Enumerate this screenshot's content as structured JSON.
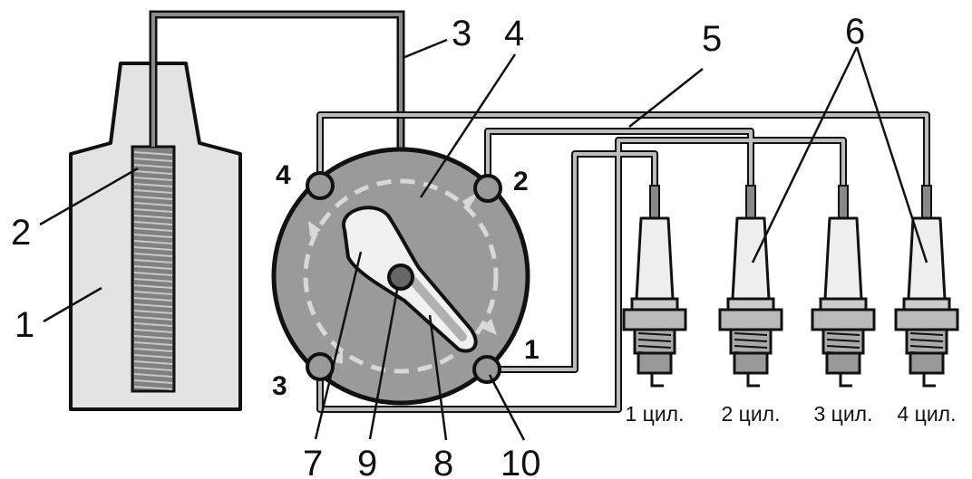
{
  "colors": {
    "background": "#ffffff",
    "outline": "#111111",
    "coil_body": "#e3e3e3",
    "coil_winding": "#808080",
    "distributor_cap": "#9a9a9a",
    "rotor": "#f0f0f0",
    "ht_wire": "#bdbdbd",
    "center_wire": "#444444",
    "spark_plug_insulator": "#eeeeee",
    "spark_plug_metal": "#bbbbbb",
    "rotation_arrow": "#d8d8d8"
  },
  "icons": {
    "ignition_coil": "ignition-coil-icon",
    "distributor": "distributor-icon",
    "spark_plug": "spark-plug-icon",
    "rotation_arrow": "rotation-arrow-icon"
  },
  "callouts": [
    "1",
    "2",
    "3",
    "4",
    "5",
    "6",
    "7",
    "8",
    "9",
    "10"
  ],
  "distributor_terminals": [
    "4",
    "2",
    "1",
    "3"
  ],
  "cylinder_labels": [
    "1 цил.",
    "2 цил.",
    "3 цил.",
    "4 цил."
  ]
}
